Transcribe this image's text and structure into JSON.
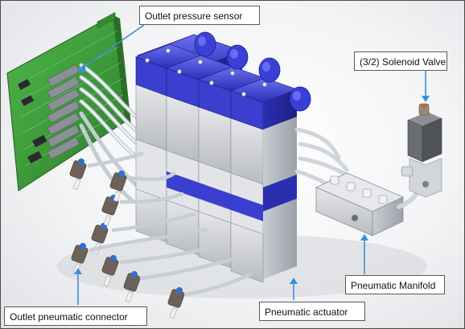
{
  "callouts": {
    "outlet_pressure_sensor": "Outlet pressure sensor",
    "solenoid_valve": "(3/2) Solenoid Valve",
    "pneumatic_manifold": "Pneumatic Manifold",
    "pneumatic_actuator": "Pneumatic actuator",
    "outlet_pneumatic_connector": "Outlet pneumatic connector"
  },
  "colors": {
    "pcb_green": "#3f9a3a",
    "actuator_blue": "#3a3fd0",
    "body_gray": "#d2d4d8",
    "leader_line": "#3b8fd6"
  }
}
